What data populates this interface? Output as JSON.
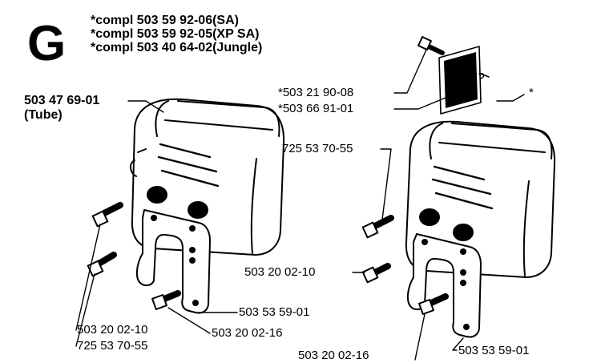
{
  "group_letter": "G",
  "kits": [
    "*compl 503 59 92-06(SA)",
    "*compl 503 59 92-05(XP SA)",
    "*compl 503 40 64-02(Jungle)"
  ],
  "left_assembly": {
    "muffler_part": "503 47 69-01",
    "muffler_note": "(Tube)",
    "bracket_part": "503 53 59-01",
    "screw_bottom_part": "503 20 02-16",
    "screw_part_a": "503 20 02-10",
    "screw_part_b": "725 53 70-55"
  },
  "right_assembly": {
    "screw_top_part": "*503 21 90-08",
    "screen_part": "*503 66 91-01",
    "muffler_marker": "*",
    "screw_upper_part": "725 53 70-55",
    "screw_middle_part": "503 20 02-10",
    "screw_bottom_part": "503 20 02-16",
    "bracket_part": "503 53 59-01"
  }
}
